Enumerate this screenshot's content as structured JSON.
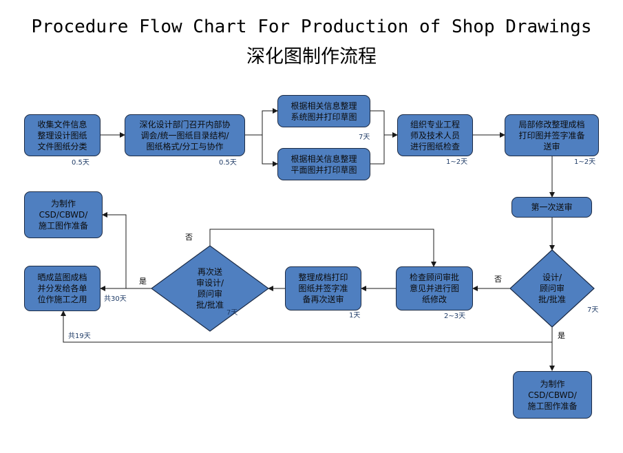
{
  "title": {
    "english": "Procedure Flow Chart For Production of Shop Drawings",
    "chinese": "深化图制作流程"
  },
  "nodes": {
    "collect": "收集文件信息\n整理设计图纸\n文件图纸分类",
    "meeting": "深化设计部门召开内部协\n调会/统一图纸目录结构/\n图纸格式/分工与协作",
    "system_draft": "根据相关信息整理\n系统图并打印草图",
    "plan_draft": "根据相关信息整理\n平面图并打印草图",
    "check": "组织专业工程\n师及技术人员\n进行图纸检查",
    "revise_submit": "局部修改整理成档\n打印图并签字准备\n送审",
    "first_submit": "第一次送审",
    "decision1": "设计/\n顾问审\n批/批准",
    "consultant_revise": "检查顾问审批\n意见并进行图\n纸修改",
    "resubmit_prepare": "整理成档打印\n图纸并签字准\n备再次送审",
    "decision2": "再次送\n审设计/\n顾问审\n批/批准",
    "prepare_left": "为制作\nCSD/CBWD/\n施工图作准备",
    "blueprint": "晒成蓝图成档\n并分发给各单\n位作施工之用",
    "prepare_bottom": "为制作\nCSD/CBWD/\n施工图作准备"
  },
  "durations": {
    "collect": "0.5天",
    "meeting": "0.5天",
    "drafts": "7天",
    "check": "1~2天",
    "revise_submit": "1~2天",
    "decision1": "7天",
    "consultant_revise": "2~3天",
    "resubmit_prepare": "1天",
    "decision2": "7天",
    "total30": "共30天",
    "total19": "共19天"
  },
  "edge_labels": {
    "no1": "否",
    "no2": "否",
    "yes1": "是",
    "yes2": "是"
  },
  "colors": {
    "box_fill": "#4f7fc0",
    "box_border": "#1b2a44",
    "line": "#1a1a1a",
    "duration_text": "#1f3b66"
  }
}
